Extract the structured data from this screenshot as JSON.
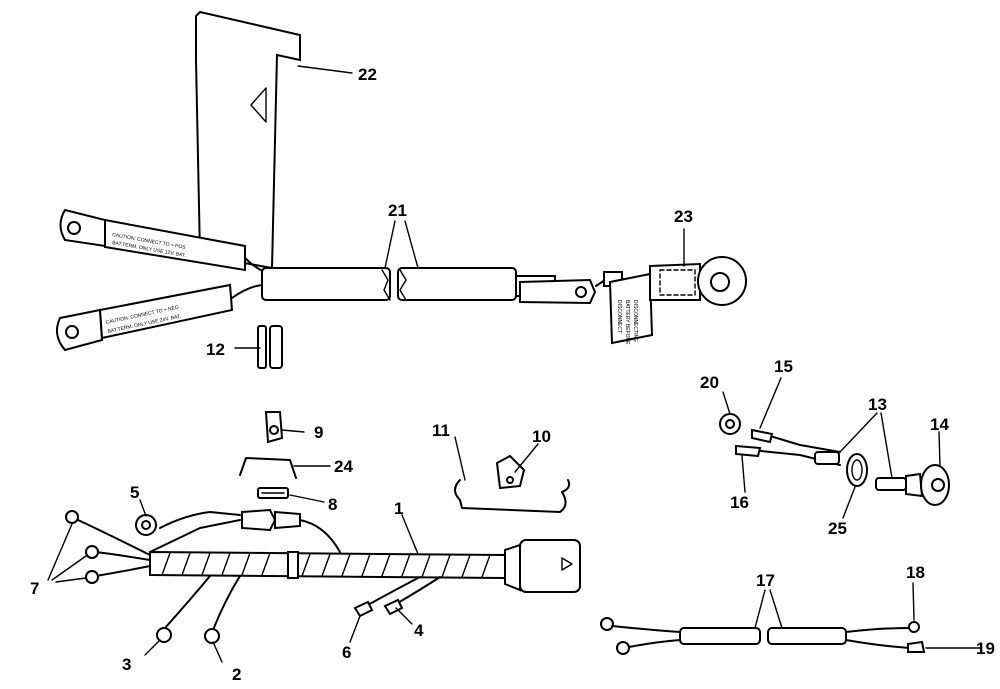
{
  "callouts": {
    "c1": "1",
    "c2": "2",
    "c3": "3",
    "c4": "4",
    "c5": "5",
    "c6": "6",
    "c7": "7",
    "c8": "8",
    "c9": "9",
    "c10": "10",
    "c11": "11",
    "c12": "12",
    "c13": "13",
    "c14": "14",
    "c15": "15",
    "c16": "16",
    "c17": "17",
    "c18": "18",
    "c19": "19",
    "c20": "20",
    "c21": "21",
    "c22": "22",
    "c23": "23",
    "c24": "24",
    "c25": "25"
  },
  "labels": {
    "caution_12v": "CAUTION: CONNECT TO + POS",
    "caution_12v_2": "BAT.TERM. ONLY USE 12V. BAT.",
    "caution_24v": "CAUTION: CONNECT TO + NEG",
    "caution_24v_2": "BAT.TERM. ONLY USE 24V. BAT.",
    "disconnect_1": "DISCONNECT",
    "disconnect_2": "BATTERY BEFORE",
    "disconnect_3": "DISCONNECTING"
  }
}
